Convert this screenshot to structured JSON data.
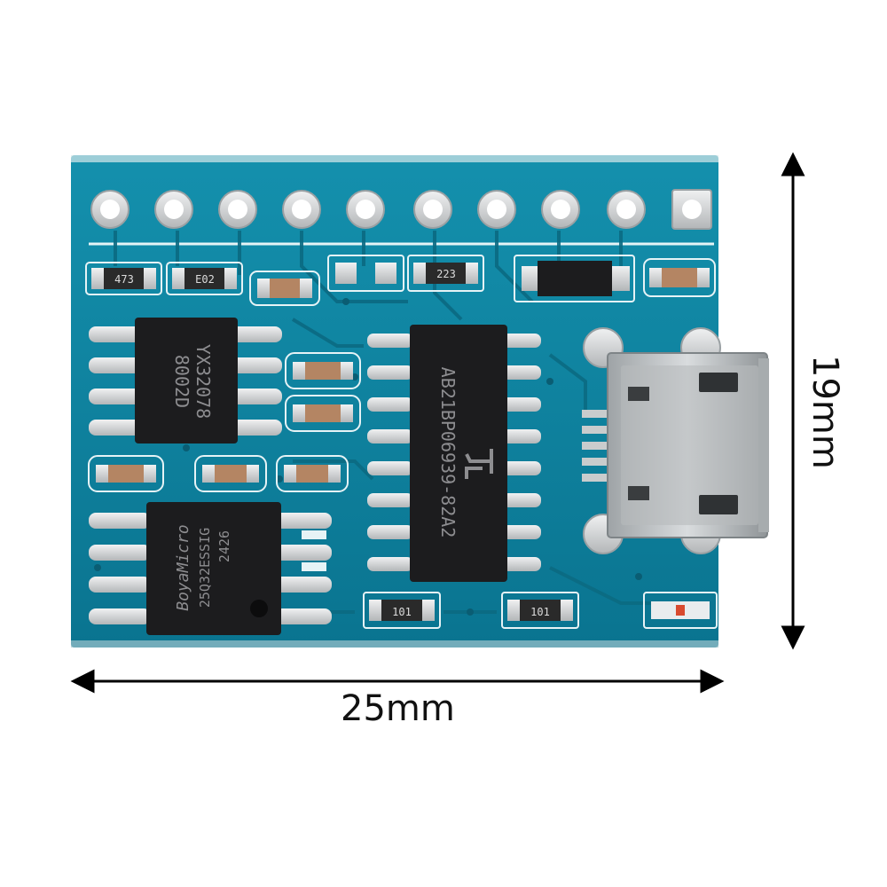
{
  "product_photo": {
    "subject": "PCB module with microSD-style USB connector",
    "board_color": "#0e7f99",
    "chip_labels": {
      "amp_chip": [
        "8002D",
        "YX32078"
      ],
      "flash_chip": [
        "BoyaMicro",
        "25Q32ESSIG",
        "2426"
      ],
      "main_chip": [
        "AB21BP06939-82A2"
      ]
    },
    "resistor_labels": [
      "473",
      "E02",
      "223",
      "101",
      "101"
    ]
  },
  "dimensions": {
    "width_label": "25mm",
    "height_label": "19mm"
  },
  "colors": {
    "board": "#0e7f99",
    "board_edge": "#0a6b82",
    "chip": "#1c1c1e",
    "pad": "#d6d8d9",
    "arrow": "#000000"
  }
}
